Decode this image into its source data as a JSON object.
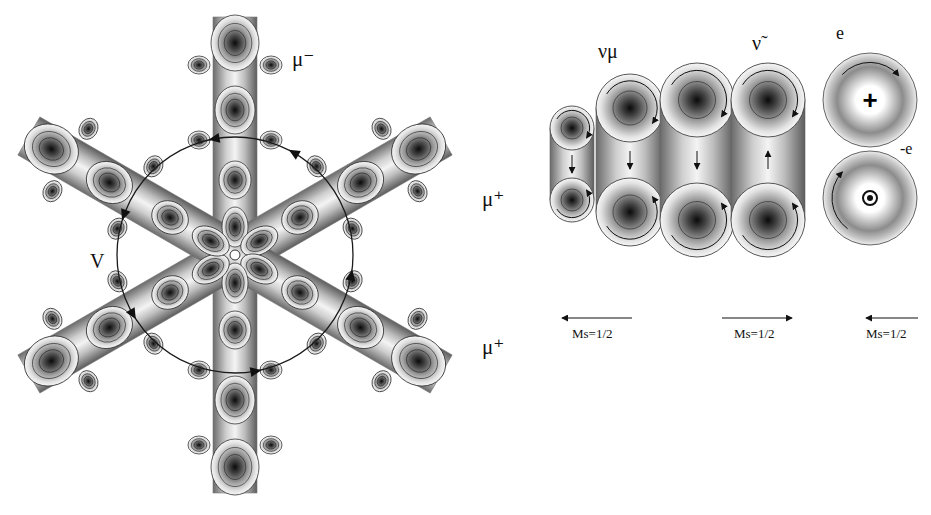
{
  "diagram": {
    "nodes": [
      {
        "text": [
          "+"
        ]
      }
    ],
    "labels": [
      "μ⁻",
      "νμ",
      "ν̃",
      "e",
      "μ⁺",
      "V",
      "-e",
      "μ⁺",
      "Ms=1/2",
      "Ms=1/2",
      "Ms=1/2"
    ]
  }
}
